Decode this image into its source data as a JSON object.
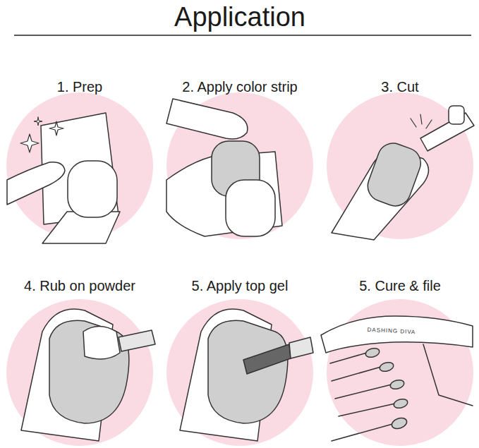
{
  "diagram": {
    "title": "Application",
    "labels": [
      "1. Prep",
      "2. Apply color strip",
      "3. Cut",
      "4. Rub on powder",
      "5. Apply top gel",
      "5. Cure & file",
      "DASHING DIVA"
    ]
  }
}
